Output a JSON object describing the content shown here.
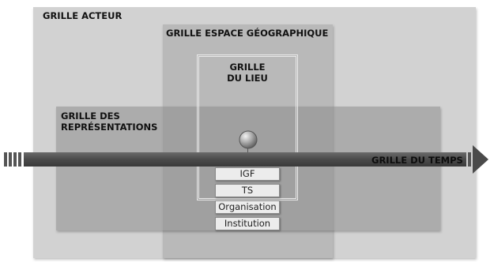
{
  "diagram": {
    "grids": {
      "acteur": "GRILLE ACTEUR",
      "espace": "GRILLE ESPACE GÉOGRAPHIQUE",
      "lieu_line1": "GRILLE",
      "lieu_line2": "DU LIEU",
      "representations_line1": "GRILLE DES",
      "representations_line2": "REPRÉSENTATIONS",
      "temps": "GRILLE DU TEMPS"
    },
    "stack_items": [
      "IGF",
      "TS",
      "Organisation",
      "Institution"
    ]
  }
}
